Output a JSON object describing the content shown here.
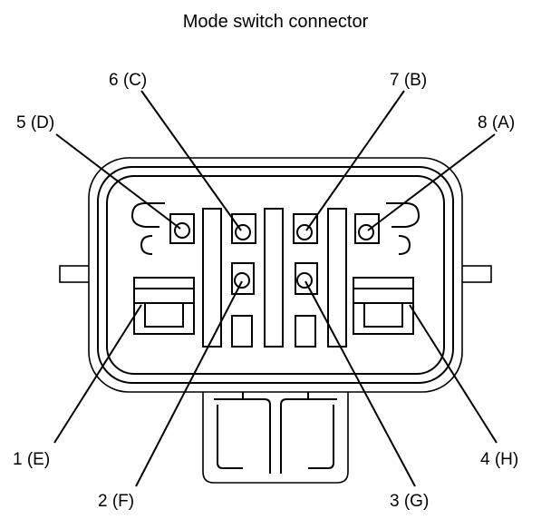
{
  "diagram": {
    "title": "Mode switch connector",
    "pins": [
      {
        "id": "pin-1",
        "label": "1 (E)"
      },
      {
        "id": "pin-2",
        "label": "2 (F)"
      },
      {
        "id": "pin-3",
        "label": "3 (G)"
      },
      {
        "id": "pin-4",
        "label": "4 (H)"
      },
      {
        "id": "pin-5",
        "label": "5 (D)"
      },
      {
        "id": "pin-6",
        "label": "6 (C)"
      },
      {
        "id": "pin-7",
        "label": "7 (B)"
      },
      {
        "id": "pin-8",
        "label": "8 (A)"
      }
    ]
  }
}
